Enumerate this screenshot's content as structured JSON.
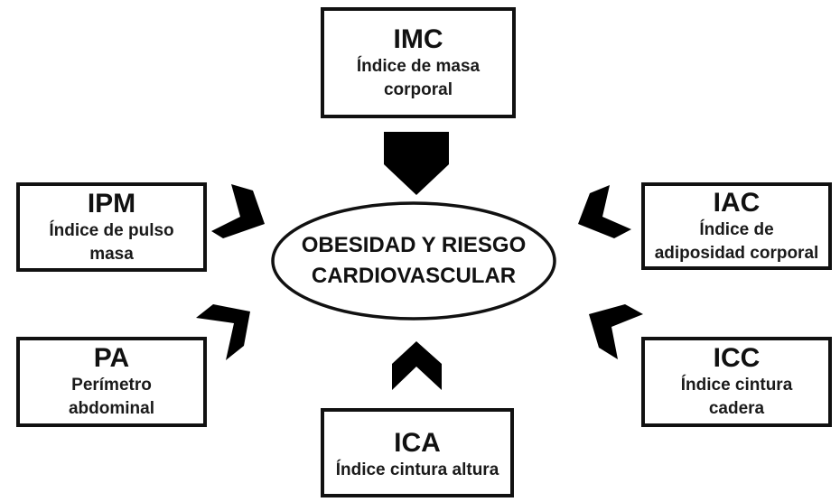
{
  "center": {
    "line1": "OBESIDAD Y RIESGO",
    "line2": "CARDIOVASCULAR"
  },
  "boxes": {
    "imc": {
      "abbr": "IMC",
      "desc_line1": "Índice de masa",
      "desc_line2": "corporal"
    },
    "ipm": {
      "abbr": "IPM",
      "desc_line1": "Índice de pulso",
      "desc_line2": "masa"
    },
    "iac": {
      "abbr": "IAC",
      "desc_line1": "Índice de",
      "desc_line2": "adiposidad corporal"
    },
    "pa": {
      "abbr": "PA",
      "desc_line1": "Perímetro",
      "desc_line2": "abdominal"
    },
    "icc": {
      "abbr": "ICC",
      "desc_line1": "Índice cintura",
      "desc_line2": "cadera"
    },
    "ica": {
      "abbr": "ICA",
      "desc_line1": "Índice cintura altura"
    }
  },
  "arrows": {
    "color": "#000000",
    "items": [
      {
        "from": "IMC",
        "direction": "down"
      },
      {
        "from": "IPM",
        "direction": "right"
      },
      {
        "from": "IAC",
        "direction": "left"
      },
      {
        "from": "PA",
        "direction": "up-right"
      },
      {
        "from": "ICC",
        "direction": "up-left"
      },
      {
        "from": "ICA",
        "direction": "up"
      }
    ]
  }
}
